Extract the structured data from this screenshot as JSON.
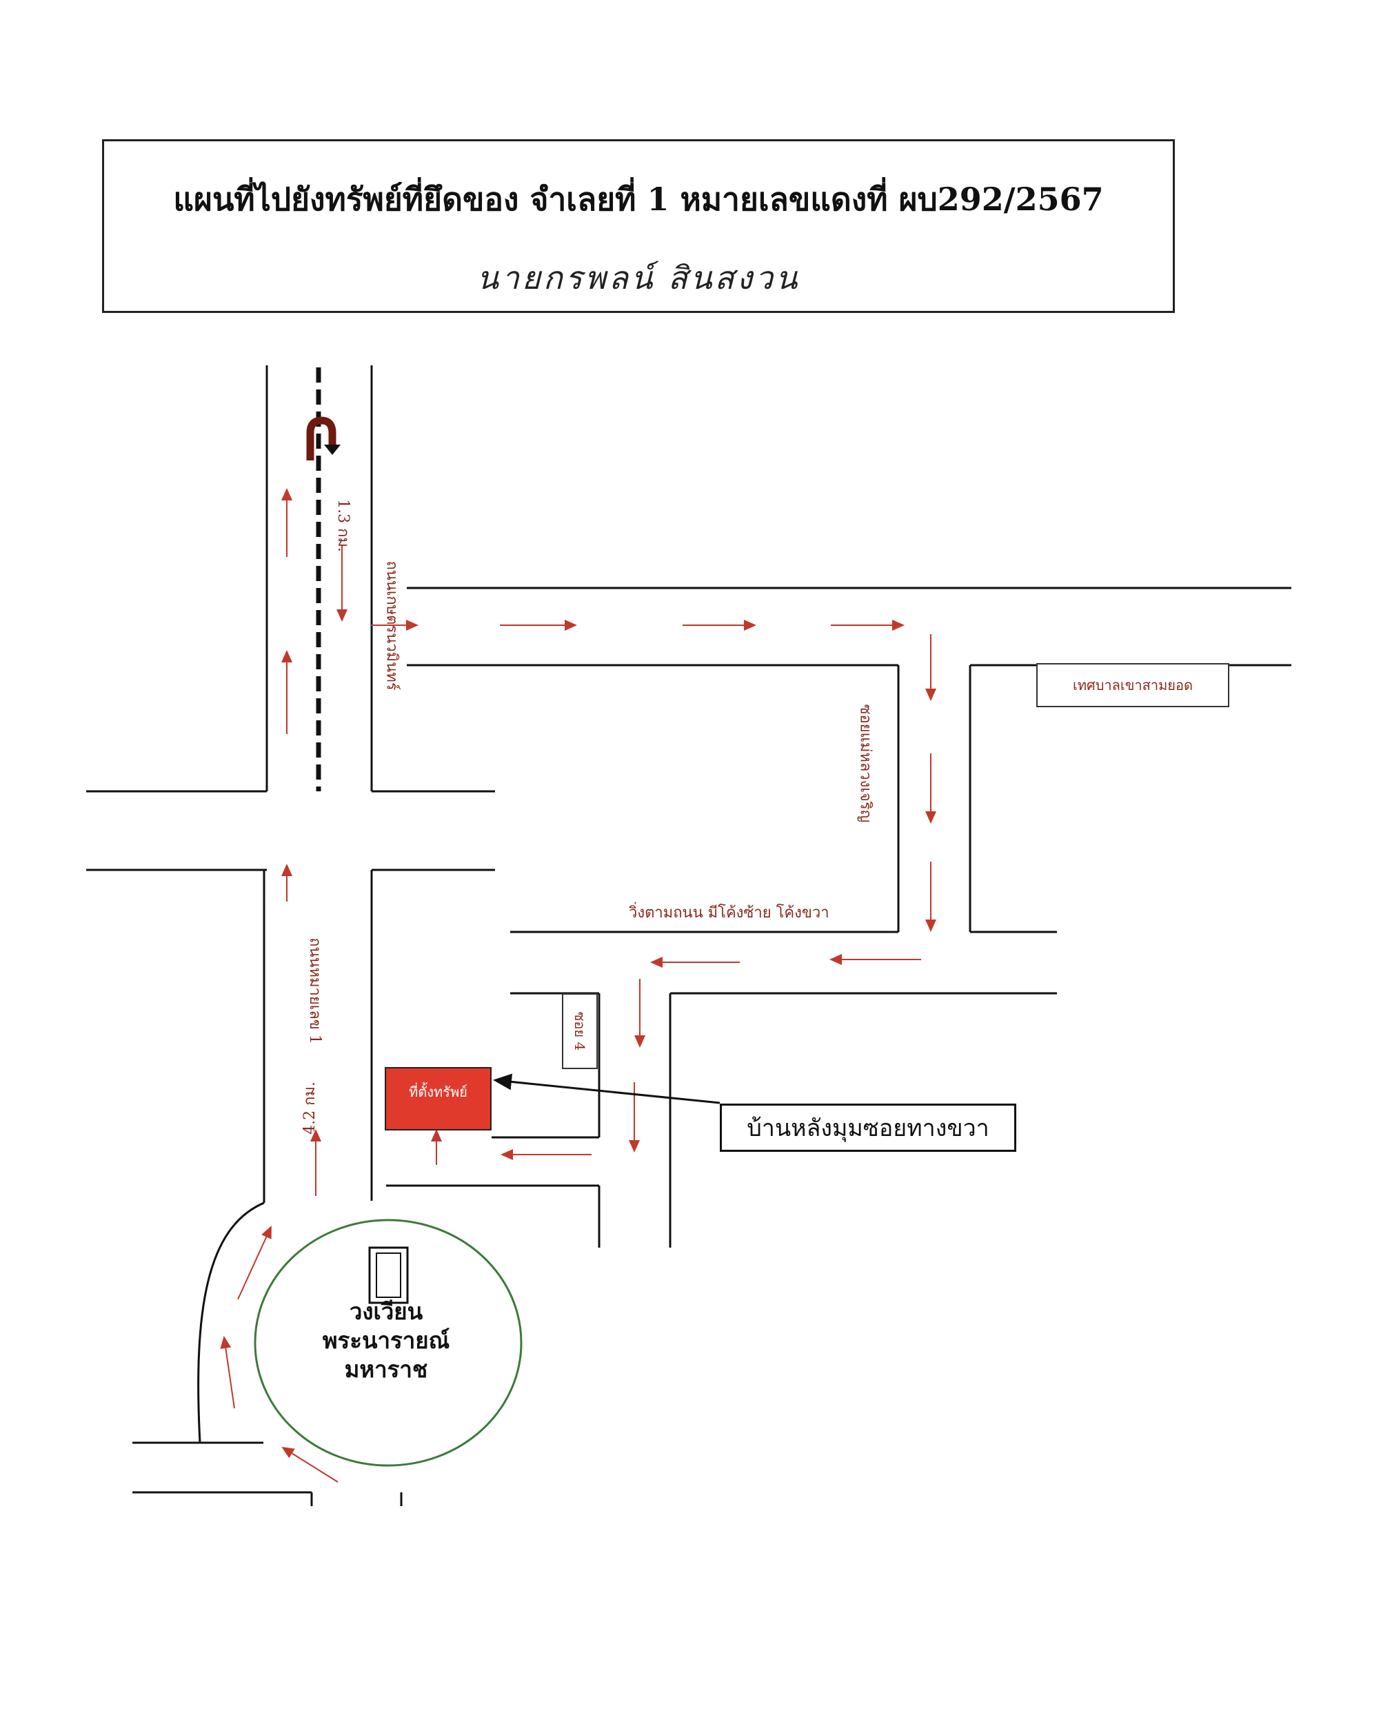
{
  "header": {
    "title": "แผนที่ไปยังทรัพย์ที่ยึดของ จำเลยที่ 1 หมายเลขแดงที่ ผบ292/2567",
    "owner_name": "นายกรพลน์ สินสงวน"
  },
  "road_labels": {
    "distance_top": "1.3 กม.",
    "road_left_top": "ถนนเกษตรนวมินทร์",
    "road_right_vertical": "ซอยแม่หลวงเจริญ",
    "road_middle_horizontal": "วิ่งตามถนน มีโค้งซ้าย โค้งขวา",
    "road_left_lower": "ถนนหมายเลข 1",
    "distance_bottom": "4.2 กม.",
    "soi": "ซอย 4"
  },
  "places": {
    "office": "เทศบาลเขาสามยอด",
    "property": "ที่ตั้งทรัพย์",
    "callout": "บ้านหลังมุมซอยทางขวา",
    "roundabout": [
      "วงเวียน",
      "พระนารายณ์",
      "มหาราช"
    ]
  },
  "colors": {
    "road_line": "#111111",
    "arrow": "#c0392b",
    "property_fill": "#e03a2c",
    "circle": "#3d7a3a",
    "label_text": "#8a2a1a"
  },
  "icons": [
    "u-turn-icon",
    "direction-arrow-icon",
    "monument-icon"
  ]
}
